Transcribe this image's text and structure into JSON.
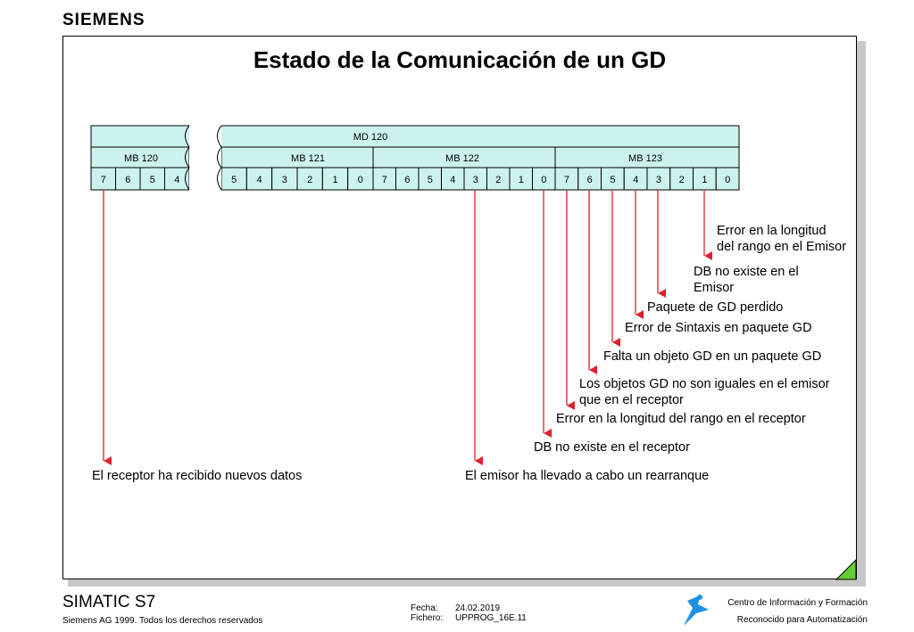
{
  "brand": "SIEMENS",
  "title": "Estado de la Comunicación de un GD",
  "register": {
    "md_label": "MD 120",
    "bytes": [
      {
        "name": "MB 120",
        "bits": [
          "7",
          "6",
          "5",
          "4"
        ]
      },
      {
        "name": "MB 121",
        "bits": [
          "5",
          "4",
          "3",
          "2",
          "1",
          "0"
        ]
      },
      {
        "name": "MB 122",
        "bits": [
          "7",
          "6",
          "5",
          "4",
          "3",
          "2",
          "1",
          "0"
        ]
      },
      {
        "name": "MB 123",
        "bits": [
          "7",
          "6",
          "5",
          "4",
          "3",
          "2",
          "1",
          "0"
        ]
      }
    ]
  },
  "labels": {
    "mb123_bit1": [
      "Error en la longitud",
      "del rango en el Emisor"
    ],
    "mb123_bit2": [
      "DB no existe en el",
      "Emisor"
    ],
    "mb123_bit3": "Paquete de GD perdido",
    "mb123_bit4": "Error de Sintaxis en paquete GD",
    "mb123_bit5": "Falta un objeto GD en un paquete GD",
    "mb123_bit6": [
      "Los objetos GD no son iguales en el emisor",
      "que en el receptor"
    ],
    "mb123_bit7": "Error en la longitud del rango en el receptor",
    "mb122_bit0": "DB no existe en el receptor",
    "mb120_bit7": "El receptor ha recibido nuevos datos",
    "mb122_bit3": "El emisor ha llevado a cabo un rearranque"
  },
  "footer": {
    "product": "SIMATIC S7",
    "copyright": "Siemens AG 1999. Todos los derechos reservados",
    "date_label": "Fecha:",
    "date_value": "24.02.2019",
    "file_label": "Fichero:",
    "file_value": "UPPROG_16E.11",
    "center_line1": "Centro de Información y Formación",
    "center_line2": "Reconocido para Automatización"
  },
  "colors": {
    "cell_fill": "#ccf2ee",
    "arrow": "#e0202c",
    "corner": "#66cc33"
  }
}
